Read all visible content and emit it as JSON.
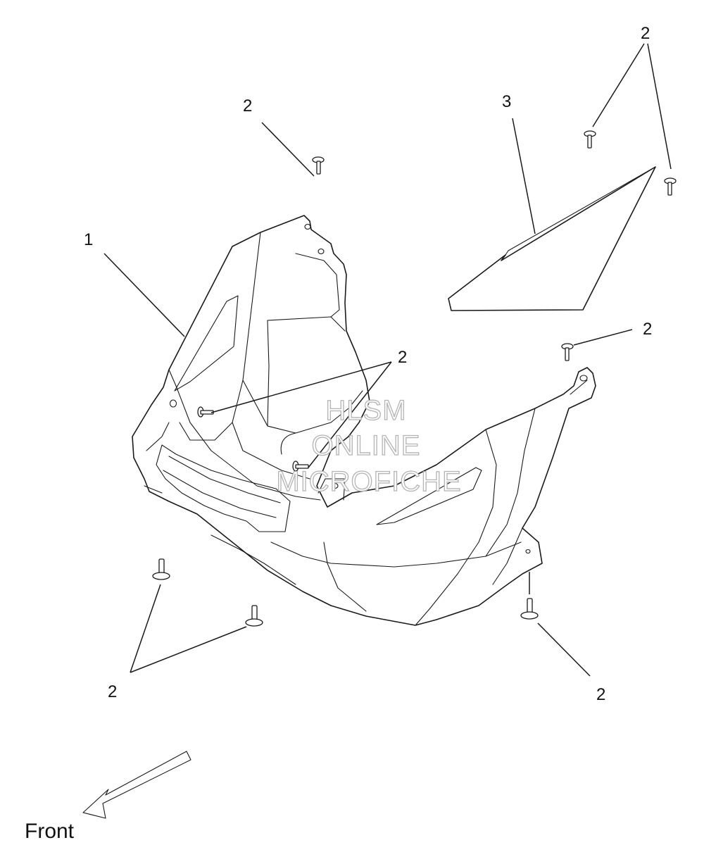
{
  "diagram": {
    "watermark": [
      "HLSM",
      "ONLINE",
      "MICROFICHE"
    ],
    "direction_label": "Front",
    "callouts": [
      {
        "id": "callout-1",
        "text": "1"
      },
      {
        "id": "callout-2-top-center",
        "text": "2"
      },
      {
        "id": "callout-3",
        "text": "3"
      },
      {
        "id": "callout-2-top-right",
        "text": "2"
      },
      {
        "id": "callout-2-right",
        "text": "2"
      },
      {
        "id": "callout-2-center",
        "text": "2"
      },
      {
        "id": "callout-2-bottom-left",
        "text": "2"
      },
      {
        "id": "callout-2-bottom-right",
        "text": "2"
      }
    ],
    "parts": [
      {
        "name": "nose-cowl-pan",
        "callout": "1"
      },
      {
        "name": "fastener",
        "callout": "2"
      },
      {
        "name": "side-panel-insert",
        "callout": "3"
      }
    ],
    "colors": {
      "line": "#1a1a1a",
      "watermark_outline": "#b4b4b4",
      "background": "#ffffff"
    }
  }
}
